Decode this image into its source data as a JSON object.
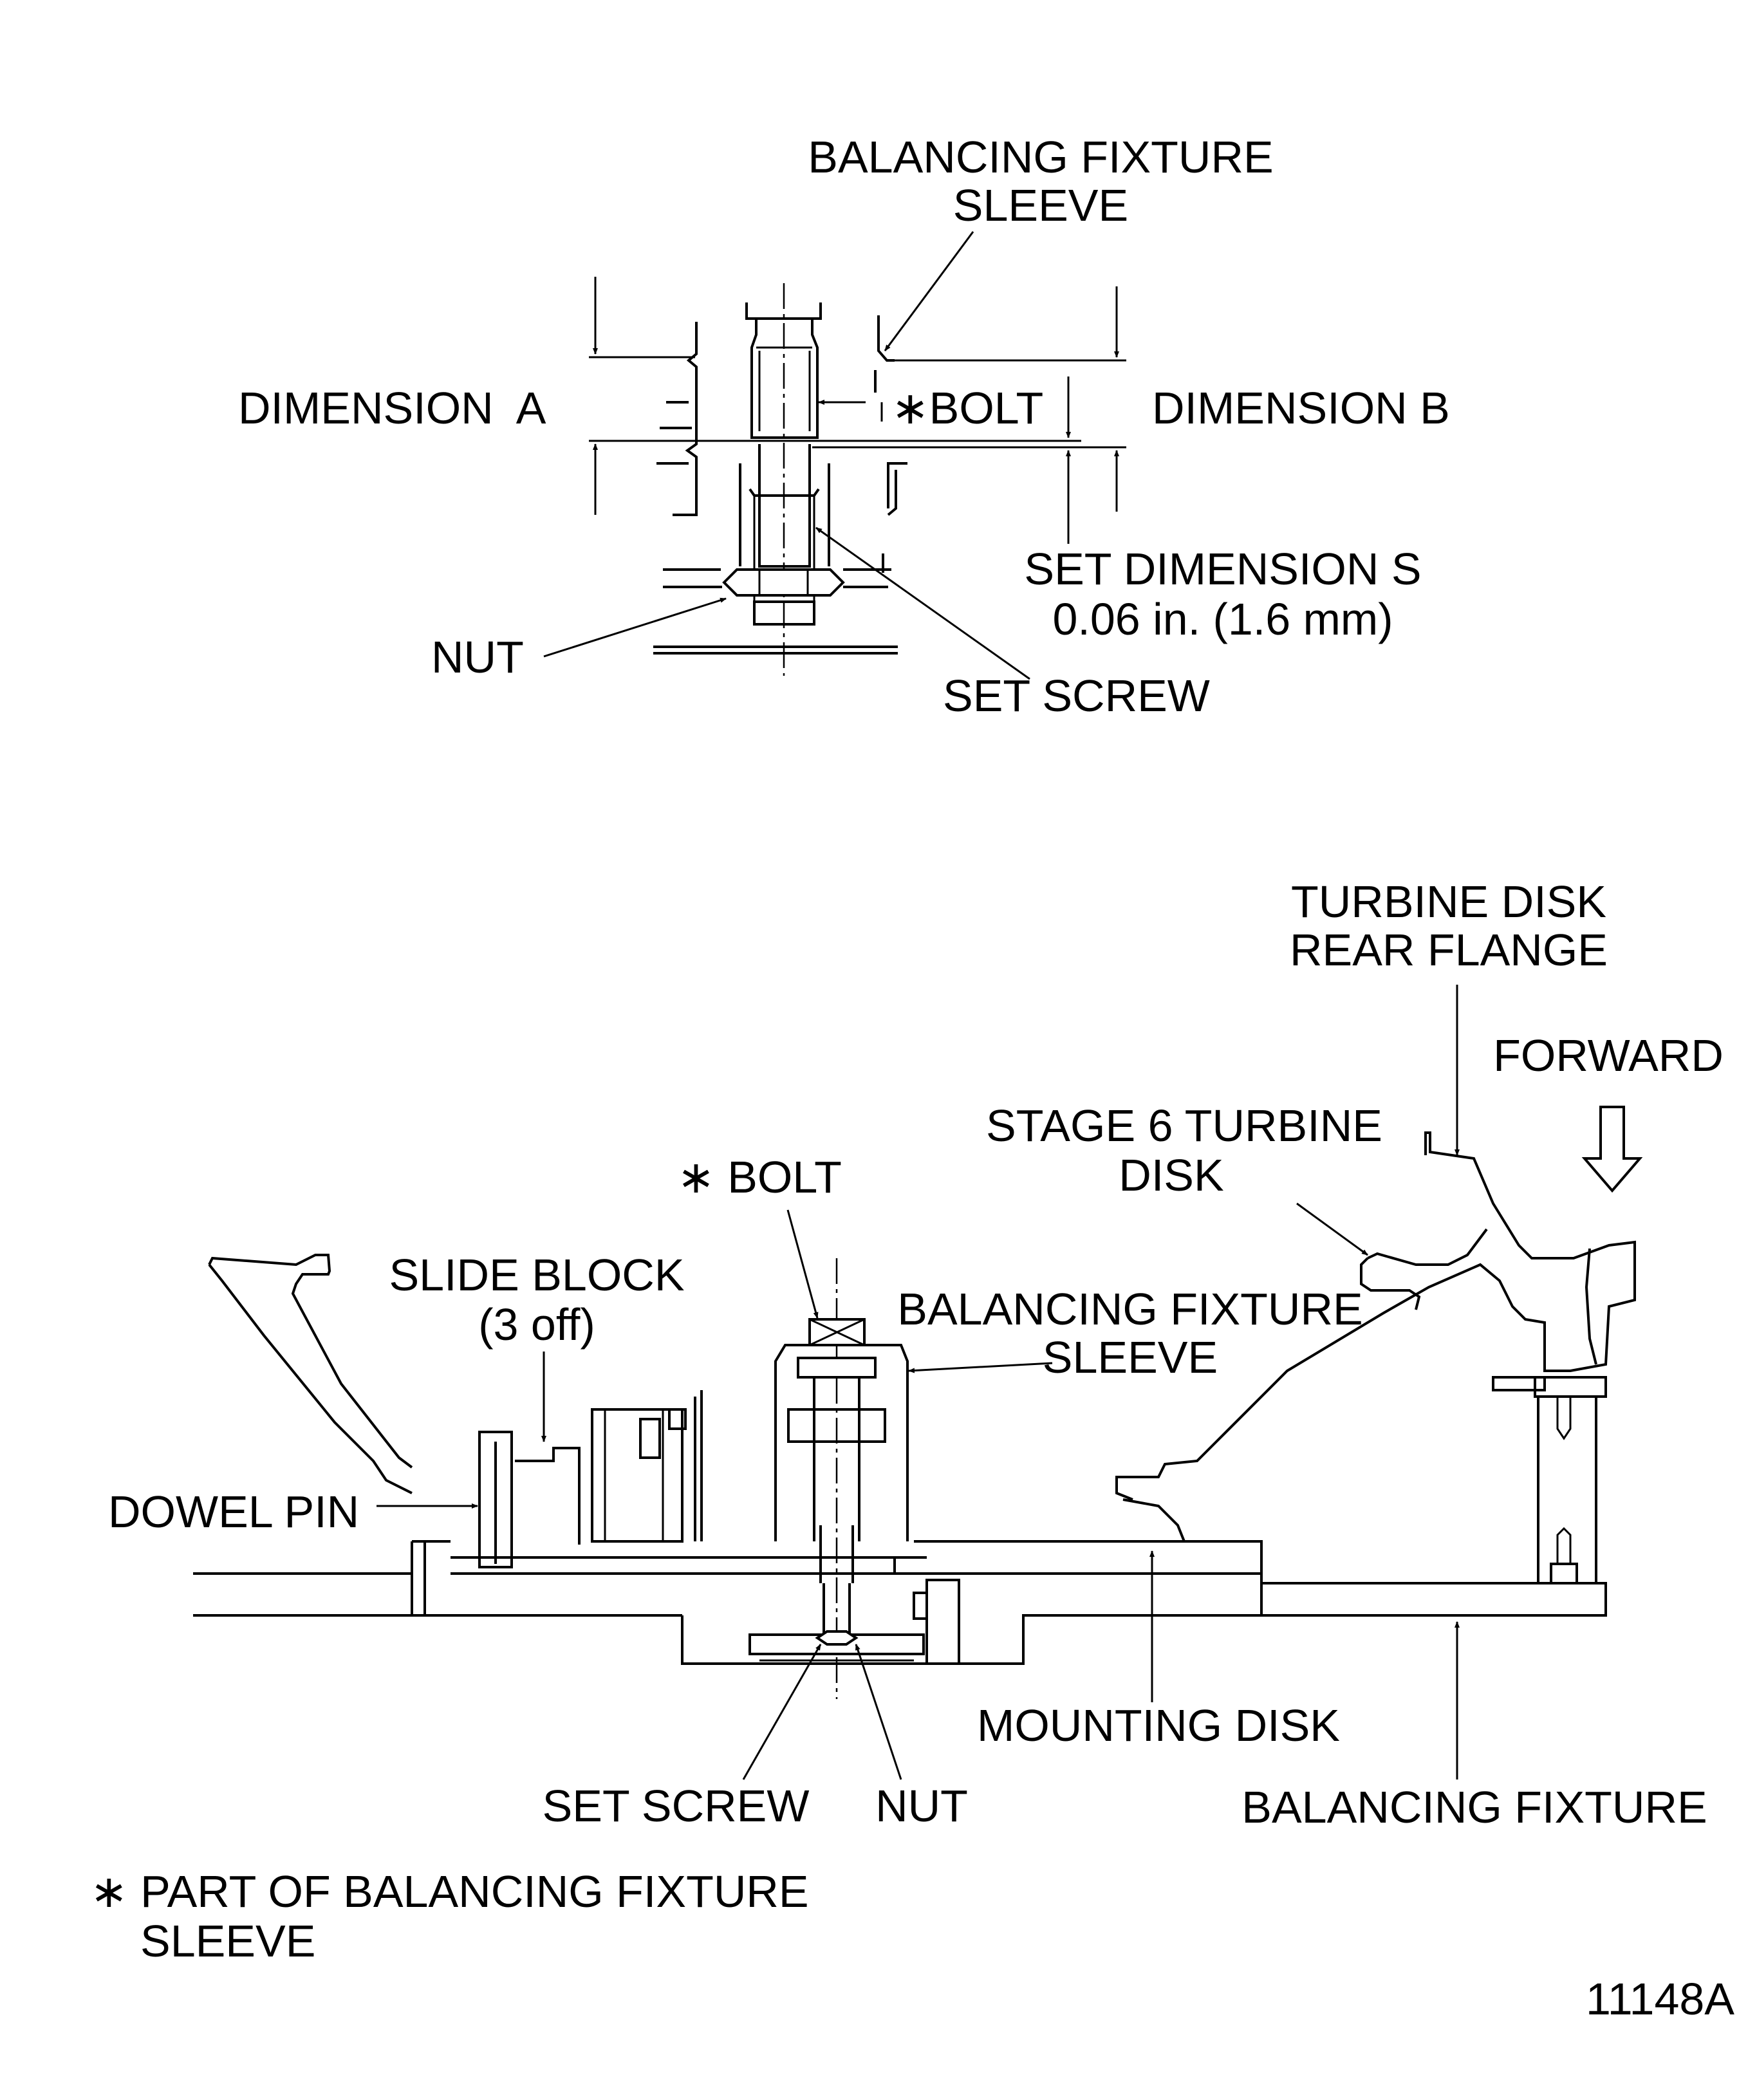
{
  "figure_id": "11148A",
  "detail_view": {
    "labels": {
      "sleeve_line1": "BALANCING FIXTURE",
      "sleeve_line2": "SLEEVE",
      "dimension_a": "DIMENSION  A",
      "bolt": "∗BOLT",
      "dimension_b": "DIMENSION B",
      "set_dimension_line1": "SET DIMENSION S",
      "set_dimension_line2": "0.06 in. (1.6 mm)",
      "nut": "NUT",
      "set_screw": "SET SCREW"
    }
  },
  "assembly_view": {
    "labels": {
      "rear_flange_line1": "TURBINE DISK",
      "rear_flange_line2": "REAR FLANGE",
      "forward": "FORWARD",
      "stage6_line1": "STAGE 6 TURBINE",
      "stage6_line2": "DISK",
      "bolt": "∗ BOLT",
      "slide_block_line1": "SLIDE BLOCK",
      "slide_block_line2": "(3 off)",
      "sleeve_line1": "BALANCING FIXTURE",
      "sleeve_line2": "SLEEVE",
      "dowel_pin": "DOWEL PIN",
      "mounting_disk": "MOUNTING DISK",
      "set_screw": "SET SCREW",
      "nut": "NUT",
      "balancing_fixture": "BALANCING FIXTURE"
    }
  },
  "footnote": {
    "line1": "∗ PART OF BALANCING FIXTURE",
    "line2": "SLEEVE"
  }
}
